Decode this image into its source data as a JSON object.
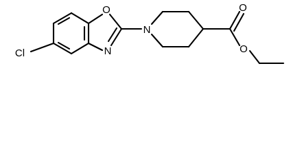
{
  "molecule": {
    "atoms": {
      "chlorine": "Cl",
      "oxazole_oxygen": "O",
      "oxazole_nitrogen": "N",
      "piperidine_nitrogen": "N",
      "carbonyl_oxygen": "O",
      "ester_oxygen": "O"
    }
  }
}
